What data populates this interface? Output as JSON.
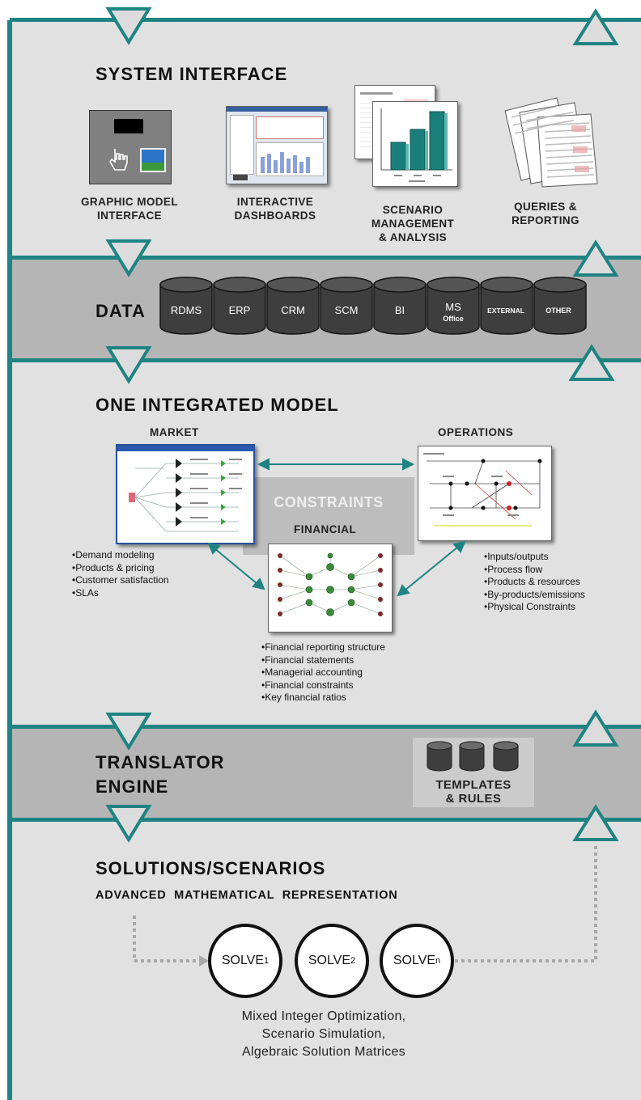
{
  "system_interface": {
    "title": "SYSTEM INTERFACE",
    "items": [
      {
        "label": "GRAPHIC MODEL\nINTERFACE",
        "icon": "hand-cursor-icon"
      },
      {
        "label": "INTERACTIVE\nDASHBOARDS",
        "icon": "dashboard-screenshot"
      },
      {
        "label": "SCENARIO\nMANAGEMENT\n& ANALYSIS",
        "icon": "bar-chart-icon"
      },
      {
        "label": "QUERIES &\nREPORTING",
        "icon": "report-pages-icon"
      }
    ]
  },
  "data": {
    "title": "DATA",
    "sources": [
      "RDMS",
      "ERP",
      "CRM",
      "SCM",
      "BI",
      "MS",
      "EXTERNAL",
      "OTHER"
    ],
    "ms_sub": "Office"
  },
  "integrated_model": {
    "title": "ONE INTEGRATED MODEL",
    "constraints": "CONSTRAINTS",
    "market": {
      "title": "MARKET",
      "bullets": [
        "Demand modeling",
        "Products & pricing",
        "Customer satisfaction",
        "SLAs"
      ]
    },
    "operations": {
      "title": "OPERATIONS",
      "bullets": [
        "Inputs/outputs",
        "Process flow",
        "Products & resources",
        "By-products/emissions",
        "Physical Constraints"
      ]
    },
    "financial": {
      "title": "FINANCIAL",
      "bullets": [
        "Financial reporting structure",
        "Financial statements",
        "Managerial accounting",
        "Financial constraints",
        "Key financial ratios"
      ]
    }
  },
  "translator": {
    "title_line1": "TRANSLATOR",
    "title_line2": "ENGINE",
    "templates": "TEMPLATES\n& RULES"
  },
  "solutions": {
    "title": "SOLUTIONS/SCENARIOS",
    "subtitle": "ADVANCED  MATHEMATICAL  REPRESENTATION",
    "solvers": [
      {
        "base": "SOLVE",
        "sub": "1"
      },
      {
        "base": "SOLVE",
        "sub": "2"
      },
      {
        "base": "SOLVE",
        "sub": "n"
      }
    ],
    "caption": "Mixed Integer Optimization,\nScenario Simulation,\nAlgebraic Solution Matrices"
  },
  "colors": {
    "teal": "#1f8383",
    "band_light": "#e1e1e1",
    "band_dark": "#b5b5b5",
    "cylinder": "#3e3e3e"
  }
}
